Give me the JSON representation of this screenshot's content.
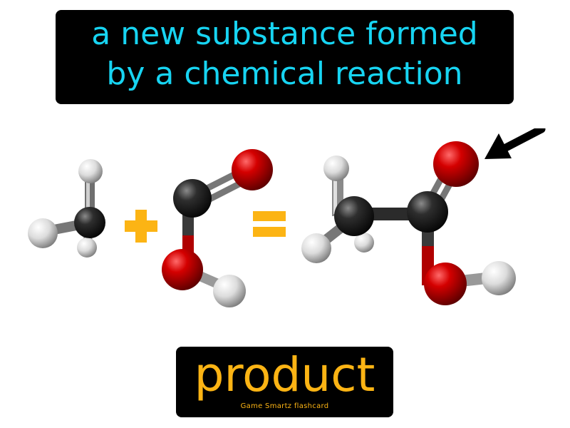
{
  "definition": {
    "line1": "a new substance formed",
    "line2": "by a chemical reaction"
  },
  "term": "product",
  "credit": "Game Smartz flashcard",
  "colors": {
    "definition_text": "#17d4f2",
    "term_text": "#fcb414",
    "plus_equals": "#fcb414",
    "carbon_atom": "#1c1c1c",
    "oxygen_atom": "#c80000",
    "hydrogen_atom": "#e6e6e6",
    "arrow": "#000000"
  },
  "illustration": {
    "molecules": [
      "methyl-group",
      "carboxyl-group",
      "acetic-acid"
    ],
    "operators": [
      "plus-sign",
      "equals-sign"
    ],
    "pointer": "arrow-pointing-to-oxygen"
  }
}
